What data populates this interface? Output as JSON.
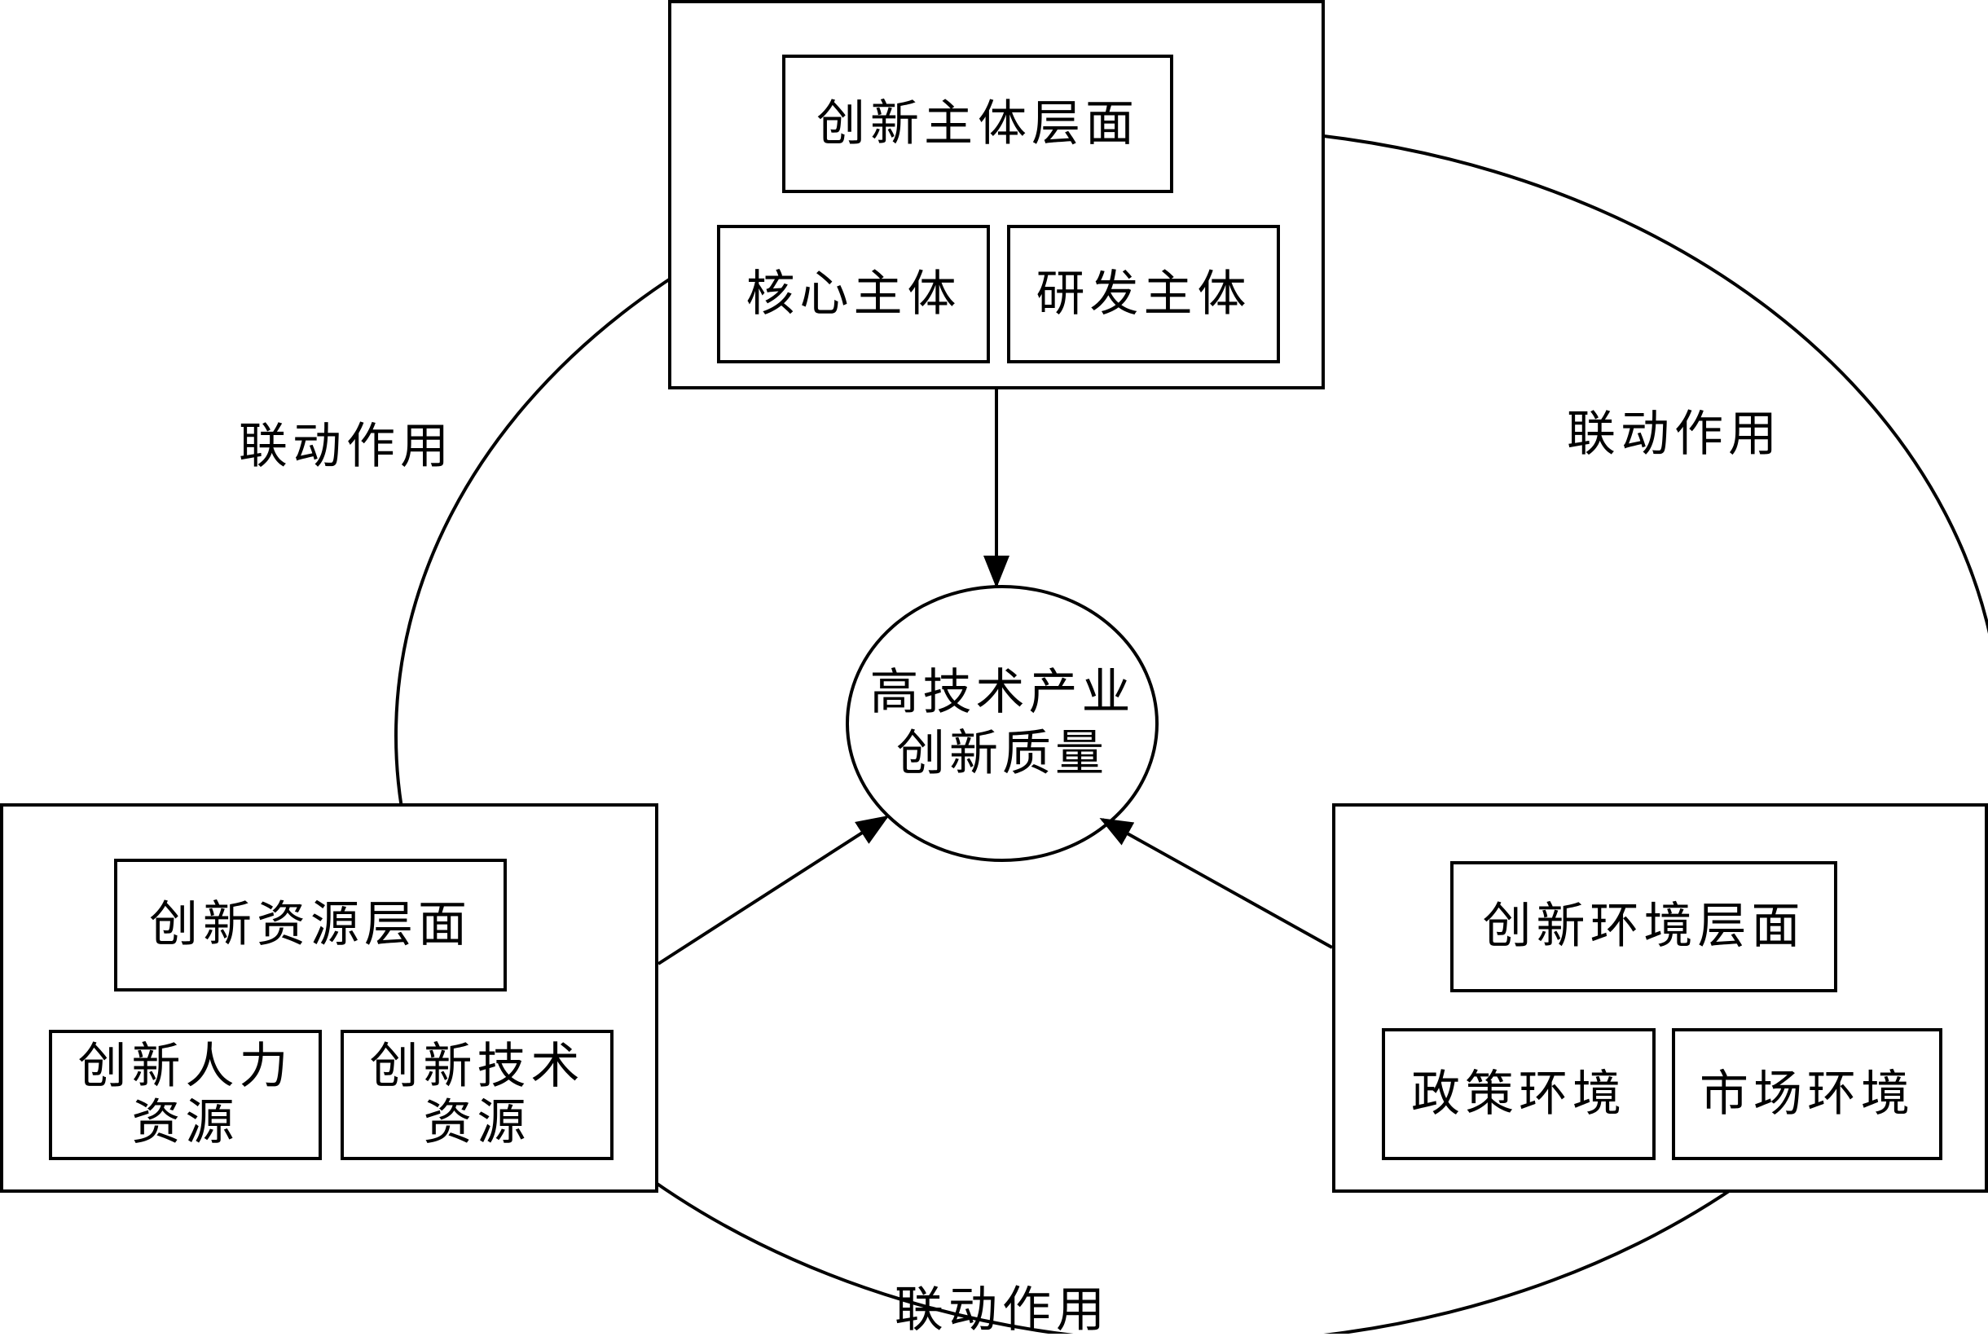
{
  "center": {
    "line1": "高技术产业",
    "line2": "创新质量"
  },
  "subject": {
    "title": "创新主体层面",
    "items": [
      "核心主体",
      "研发主体"
    ]
  },
  "resource": {
    "title": "创新资源层面",
    "items": [
      "创新人力\n资源",
      "创新技术\n资源"
    ]
  },
  "environment": {
    "title": "创新环境层面",
    "items": [
      "政策环境",
      "市场环境"
    ]
  },
  "links": {
    "left": "联动作用",
    "right": "联动作用",
    "bottom": "联动作用"
  }
}
